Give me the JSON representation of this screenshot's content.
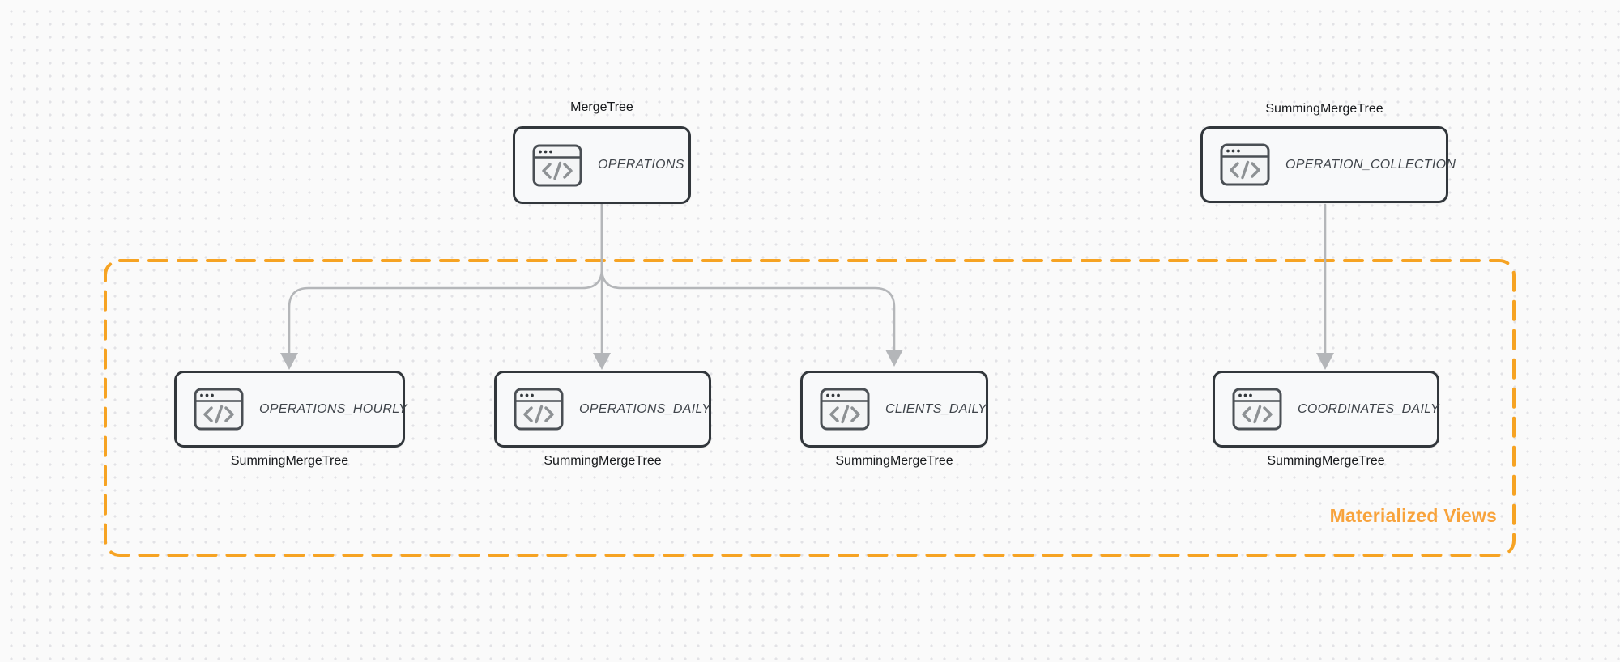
{
  "diagram": {
    "type": "database-schema-flow",
    "group": {
      "label": "Materialized Views"
    },
    "nodes": [
      {
        "id": "operations",
        "name": "OPERATIONS",
        "engine": "MergeTree",
        "engine_position": "top",
        "icon": "code-window-icon"
      },
      {
        "id": "operation_collection",
        "name": "OPERATION_COLLECTION",
        "engine": "SummingMergeTree",
        "engine_position": "top",
        "icon": "code-window-icon"
      },
      {
        "id": "operations_hourly",
        "name": "OPERATIONS_HOURLY",
        "engine": "SummingMergeTree",
        "engine_position": "bottom",
        "icon": "code-window-icon"
      },
      {
        "id": "operations_daily",
        "name": "OPERATIONS_DAILY",
        "engine": "SummingMergeTree",
        "engine_position": "bottom",
        "icon": "code-window-icon"
      },
      {
        "id": "clients_daily",
        "name": "CLIENTS_DAILY",
        "engine": "SummingMergeTree",
        "engine_position": "bottom",
        "icon": "code-window-icon"
      },
      {
        "id": "coordinates_daily",
        "name": "COORDINATES_DAILY",
        "engine": "SummingMergeTree",
        "engine_position": "bottom",
        "icon": "code-window-icon"
      }
    ],
    "edges": [
      {
        "from": "operations",
        "to": "operations_hourly"
      },
      {
        "from": "operations",
        "to": "operations_daily"
      },
      {
        "from": "operations",
        "to": "clients_daily"
      },
      {
        "from": "operation_collection",
        "to": "coordinates_daily"
      }
    ],
    "colors": {
      "background": "#fafafa",
      "dot_grid": "#e2e2e6",
      "node_border": "#32373c",
      "node_fill": "#f8f9fa",
      "node_label_text": "#3f444a",
      "engine_label_text": "#17191c",
      "arrow": "#b4b6b9",
      "group_border_orange": "#f6a323",
      "group_label_orange": "#f8a33c"
    }
  }
}
